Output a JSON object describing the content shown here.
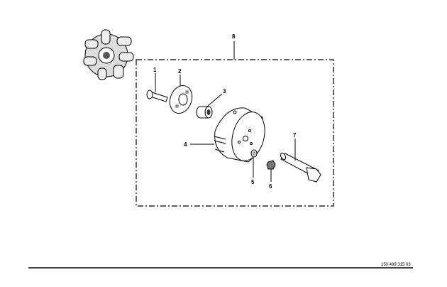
{
  "diagram": {
    "callouts": [
      {
        "id": "1",
        "label": "1"
      },
      {
        "id": "2",
        "label": "2"
      },
      {
        "id": "3",
        "label": "3"
      },
      {
        "id": "4",
        "label": "4"
      },
      {
        "id": "5",
        "label": "5"
      },
      {
        "id": "6",
        "label": "6"
      },
      {
        "id": "7",
        "label": "7"
      },
      {
        "id": "8",
        "label": "8"
      }
    ],
    "reference_number": "150 499 315 03"
  }
}
